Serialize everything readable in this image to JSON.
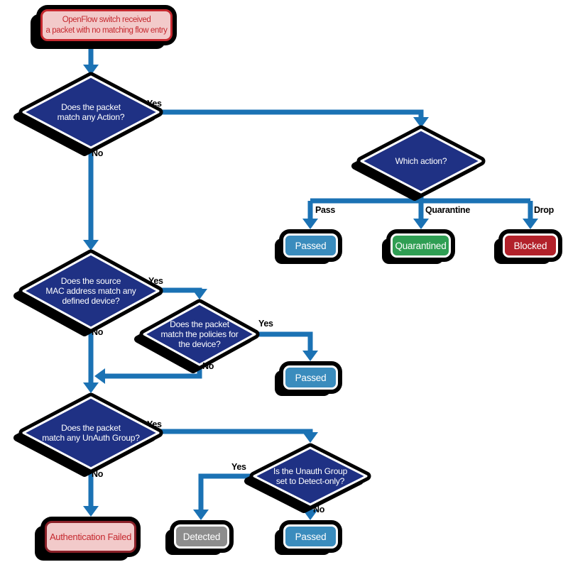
{
  "nodes": {
    "start": {
      "lines": [
        "OpenFlow switch received",
        "a packet with no matching flow entry"
      ]
    },
    "d1": {
      "lines": [
        "Does the packet",
        "match any Action?"
      ]
    },
    "d2": {
      "lines": [
        "Which action?"
      ]
    },
    "d3": {
      "lines": [
        "Does the source",
        "MAC address match any",
        "defined device?"
      ]
    },
    "d4": {
      "lines": [
        "Does the packet",
        "match the policies for",
        "the device?"
      ]
    },
    "d5": {
      "lines": [
        "Does the packet",
        "match any UnAuth Group?"
      ]
    },
    "d6": {
      "lines": [
        "Is the Unauth Group",
        "set to Detect-only?"
      ]
    },
    "passed_action": {
      "label": "Passed"
    },
    "quarantined": {
      "label": "Quarantined"
    },
    "blocked": {
      "label": "Blocked"
    },
    "passed_policy": {
      "label": "Passed"
    },
    "detected": {
      "label": "Detected"
    },
    "passed_unauth": {
      "label": "Passed"
    },
    "auth_failed": {
      "label": "Authentication Failed"
    }
  },
  "edge_labels": {
    "d1_yes": "Yes",
    "d1_no": "No",
    "d2_pass": "Pass",
    "d2_quarantine": "Quarantine",
    "d2_drop": "Drop",
    "d3_yes": "Yes",
    "d3_no": "No",
    "d4_yes": "Yes",
    "d4_no": "No",
    "d5_yes": "Yes",
    "d5_no": "No",
    "d6_yes": "Yes",
    "d6_no": "No"
  },
  "colors": {
    "connector_blue": "#1b72b4",
    "diamond_fill": "#1f3184",
    "diamond_border": "#ffffff",
    "glow_black": "#000000",
    "terminal_pink": "#f2caca",
    "start_border_red": "#c5292f",
    "start_text_red": "#c5292f",
    "auth_failed_border": "#8a2028",
    "passed_blue": "#3a8cbd",
    "quarantined_green": "#2f9e53",
    "blocked_red": "#b2212a",
    "detected_gray": "#8d8d8d",
    "result_text": "#ffffff",
    "edge_label_text": "#000000"
  }
}
